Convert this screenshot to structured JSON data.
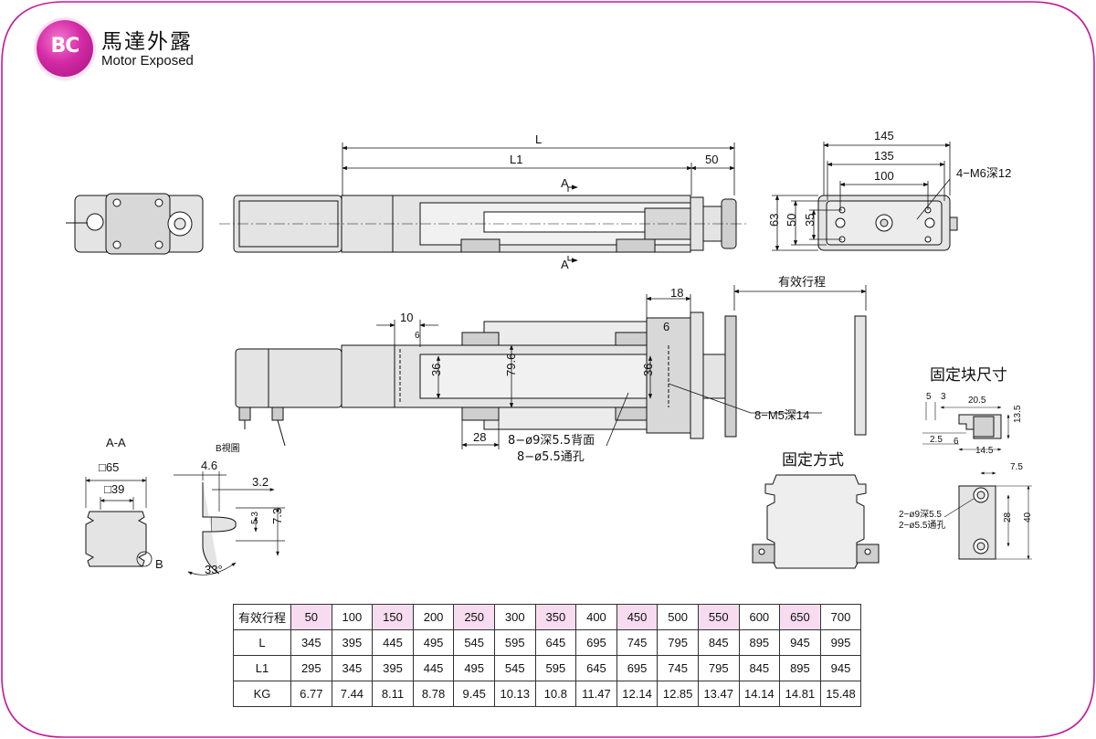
{
  "header": {
    "badge": "BC",
    "title_cn": "馬達外露",
    "title_en": "Motor Exposed"
  },
  "colors": {
    "frame": "#c2189a",
    "badge": "#d42aa6",
    "header_cell_pink": "#f7dbef",
    "body_gray": "#e4e4e4"
  },
  "labels": {
    "dim_L": "L",
    "dim_L1": "L1",
    "dim_50": "50",
    "section_A_top": "A",
    "section_A_bottom": "A",
    "dim_145": "145",
    "dim_135": "135",
    "dim_100": "100",
    "thread_4m6": "4−M6深12",
    "dim_63": "63",
    "dim_50v": "50",
    "dim_35": "35",
    "effective_stroke": "有效行程",
    "dim_18": "18",
    "dim_10": "10",
    "dim_6a": "6",
    "dim_6b": "6",
    "dim_36a": "36",
    "dim_796": "79.6",
    "dim_36b": "36",
    "thread_8m5": "8−M5深14",
    "dim_28": "28",
    "hole_note1": "8−ø9深5.5背面",
    "hole_note2": "8−ø5.5通孔",
    "fix_block_title": "固定块尺寸",
    "fb_5": "5",
    "fb_3": "3",
    "fb_205": "20.5",
    "fb_135": "13.5",
    "fb_25": "2.5",
    "fb_6": "6",
    "fb_145": "14.5",
    "fb_75": "7.5",
    "fb_28": "28",
    "fb_40": "40",
    "fb_note1": "2−ø9深5.5",
    "fb_note2": "2−ø5.5通孔",
    "fix_method_title": "固定方式",
    "aa_title": "A-A",
    "aa_65": "□65",
    "aa_39": "□39",
    "aa_B": "B",
    "bview_title": "B視圖",
    "bv_46": "4.6",
    "bv_32": "3.2",
    "bv_53": "5.3",
    "bv_73": "7.3",
    "bv_33": "33°"
  },
  "table": {
    "header_label": "有效行程",
    "strokes": [
      "50",
      "100",
      "150",
      "200",
      "250",
      "300",
      "350",
      "400",
      "450",
      "500",
      "550",
      "600",
      "650",
      "700"
    ],
    "rows": [
      {
        "label": "L",
        "values": [
          "345",
          "395",
          "445",
          "495",
          "545",
          "595",
          "645",
          "695",
          "745",
          "795",
          "845",
          "895",
          "945",
          "995"
        ]
      },
      {
        "label": "L1",
        "values": [
          "295",
          "345",
          "395",
          "445",
          "495",
          "545",
          "595",
          "645",
          "695",
          "745",
          "795",
          "845",
          "895",
          "945"
        ]
      },
      {
        "label": "KG",
        "values": [
          "6.77",
          "7.44",
          "8.11",
          "8.78",
          "9.45",
          "10.13",
          "10.8",
          "11.47",
          "12.14",
          "12.85",
          "13.47",
          "14.14",
          "14.81",
          "15.48"
        ]
      }
    ]
  }
}
